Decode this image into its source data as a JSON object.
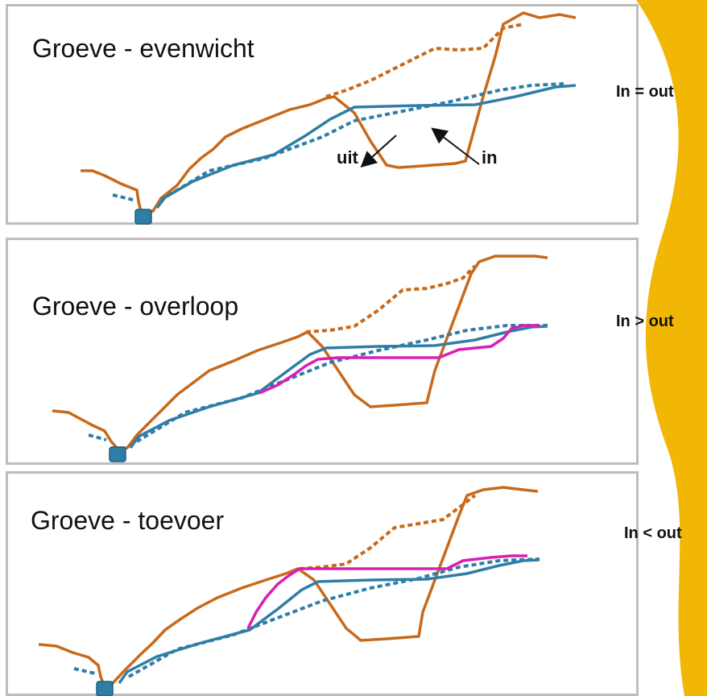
{
  "panels": [
    {
      "title": "Groeve - evenwicht",
      "balance_label": "In = out",
      "arrow_out": "uit",
      "arrow_in": "in"
    },
    {
      "title": "Groeve - overloop",
      "balance_label": "In > out"
    },
    {
      "title": "Groeve - toevoer",
      "balance_label": "In < out"
    }
  ],
  "colors": {
    "terrain": "#c8691a",
    "groundwater": "#2e7ea6",
    "adjusted_water": "#d81fb6",
    "background_wave": "#f2b705",
    "panel_border": "#bdbdbd"
  }
}
